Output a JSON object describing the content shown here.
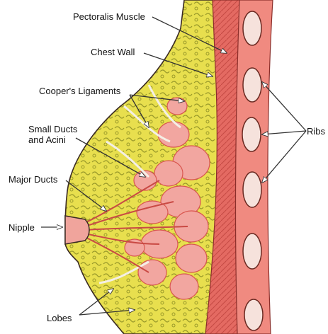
{
  "diagram": {
    "labels": {
      "pectoralis_muscle": "Pectoralis Muscle",
      "chest_wall": "Chest Wall",
      "coopers_ligaments": "Cooper's Ligaments",
      "small_ducts_line1": "Small Ducts",
      "small_ducts_line2": "and Acini",
      "major_ducts": "Major Ducts",
      "nipple": "Nipple",
      "ribs": "Ribs",
      "lobes": "Lobes"
    },
    "colors": {
      "fat": "#e8df4e",
      "fat_dark": "#9a9a2a",
      "tissue": "#f2a6a0",
      "tissue_dark": "#d8564e",
      "muscle": "#e05e58",
      "muscle_light": "#f08a80",
      "rib": "#f6e2dc",
      "outline": "#3a2a22",
      "label_line": "#333333"
    }
  }
}
